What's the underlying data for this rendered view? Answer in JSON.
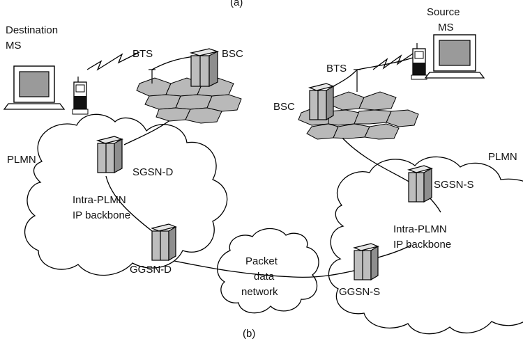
{
  "labels": {
    "caption_a": "(a)",
    "caption_b": "(b)",
    "destination_line1": "Destination",
    "destination_line2": "MS",
    "source_line1": "Source",
    "source_line2": "MS",
    "bts_left": "BTS",
    "bsc_left": "BSC",
    "bts_right": "BTS",
    "bsc_right": "BSC",
    "plmn_left": "PLMN",
    "plmn_right": "PLMN",
    "sgsn_d": "SGSN-D",
    "sgsn_s": "SGSN-S",
    "intra_left_line1": "Intra-PLMN",
    "intra_left_line2": "IP backbone",
    "intra_right_line1": "Intra-PLMN",
    "intra_right_line2": "IP backbone",
    "ggsn_d": "GGSN-D",
    "ggsn_s": "GGSN-S",
    "pdn_line1": "Packet",
    "pdn_line2": "data",
    "pdn_line3": "network"
  }
}
